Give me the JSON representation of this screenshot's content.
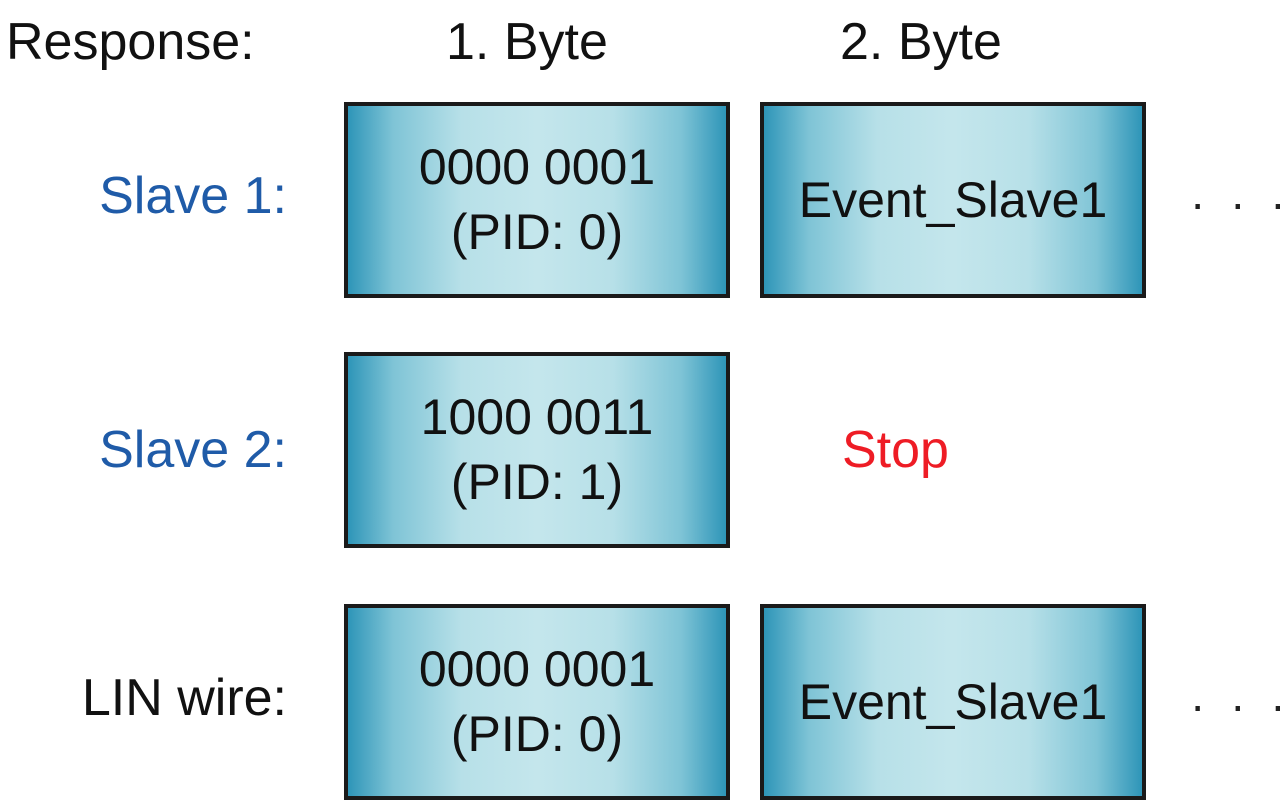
{
  "headers": {
    "response": "Response:",
    "byte1": "1. Byte",
    "byte2": "2. Byte"
  },
  "rows": [
    {
      "label": "Slave 1:",
      "byte1_line1": "0000 0001",
      "byte1_line2": "(PID: 0)",
      "byte2": "Event_Slave1",
      "continuation": "· · ·"
    },
    {
      "label": "Slave 2:",
      "byte1_line1": "1000 0011",
      "byte1_line2": "(PID: 1)",
      "byte2_text": "Stop"
    },
    {
      "label": "LIN wire:",
      "byte1_line1": "0000 0001",
      "byte1_line2": "(PID: 0)",
      "byte2": "Event_Slave1",
      "continuation": "· · ·"
    }
  ],
  "colors": {
    "slave_label": "#1f5ba8",
    "stop_text": "#ee1c25",
    "box_edge": "#2e95b8",
    "box_center": "#c4e6ec"
  }
}
